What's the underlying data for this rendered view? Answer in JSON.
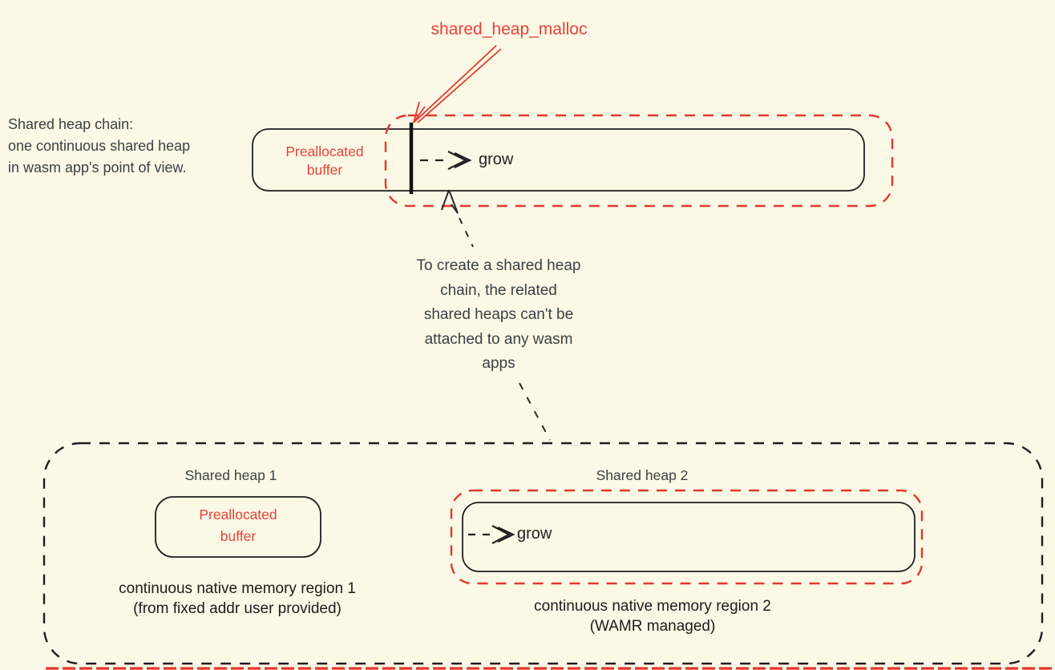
{
  "colors": {
    "background": "#FBF8E5",
    "red_accent": "#E0392F",
    "red_text": "#E8423A",
    "ink": "#1E1E1E",
    "note_text": "#3A4045",
    "caption_text": "#1C1C1C"
  },
  "top": {
    "malloc_label": "shared_heap_malloc",
    "note_lines": [
      "Shared heap chain:",
      "one continuous shared heap",
      "in wasm app's point of view."
    ],
    "prealloc_lines": [
      "Preallocated",
      "buffer"
    ],
    "grow_label": "grow"
  },
  "annotation": {
    "lines": [
      "To create a shared heap",
      "chain, the related",
      "shared heaps can't be",
      "attached to any wasm",
      "apps"
    ]
  },
  "bottom": {
    "heap1": {
      "title": "Shared heap 1",
      "prealloc_lines": [
        "Preallocated",
        "buffer"
      ],
      "caption_lines": [
        "continuous native memory region 1",
        "(from fixed addr user provided)"
      ]
    },
    "heap2": {
      "title": "Shared heap 2",
      "grow_label": "grow",
      "caption_lines": [
        "continuous native memory region 2",
        "(WAMR managed)"
      ]
    }
  }
}
